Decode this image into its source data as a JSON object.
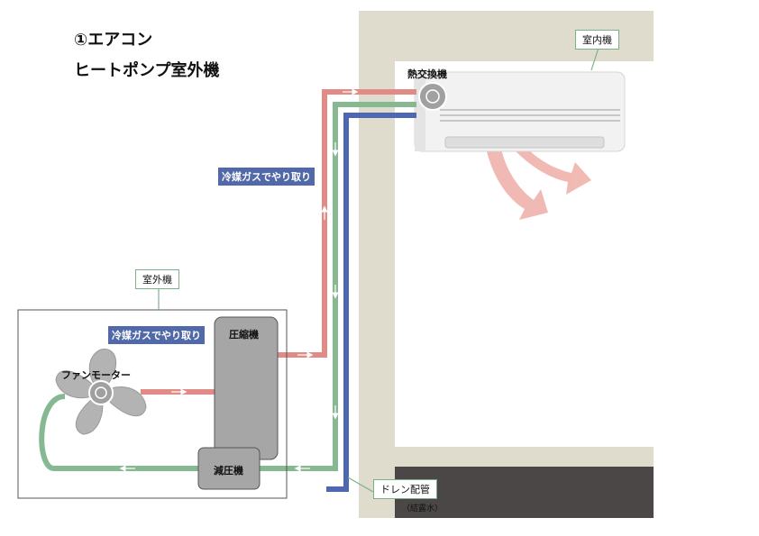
{
  "title": {
    "line1": "①エアコン",
    "line2": "ヒートポンプ室外機"
  },
  "indoor": {
    "tag": "室内機",
    "heat_exchanger": "熱交換機"
  },
  "outdoor": {
    "tag": "室外機",
    "refrigerant_label": "冷媒ガスでやり取り",
    "compressor": "圧縮機",
    "fan_motor": "ファンモーター",
    "pressure_reducer": "減圧機"
  },
  "pipes": {
    "refrigerant_label": "冷媒ガスでやり取り"
  },
  "drain": {
    "tag": "ドレン配管",
    "note": "（結露水）"
  },
  "colors": {
    "wall": "#e0dccd",
    "floor": "#4b4747",
    "pipe_hot": "#e28a85",
    "pipe_cool": "#86b892",
    "pipe_drain": "#4d67b2",
    "flow_label_bg": "#5169a8",
    "airflow": "#efb2ab"
  }
}
